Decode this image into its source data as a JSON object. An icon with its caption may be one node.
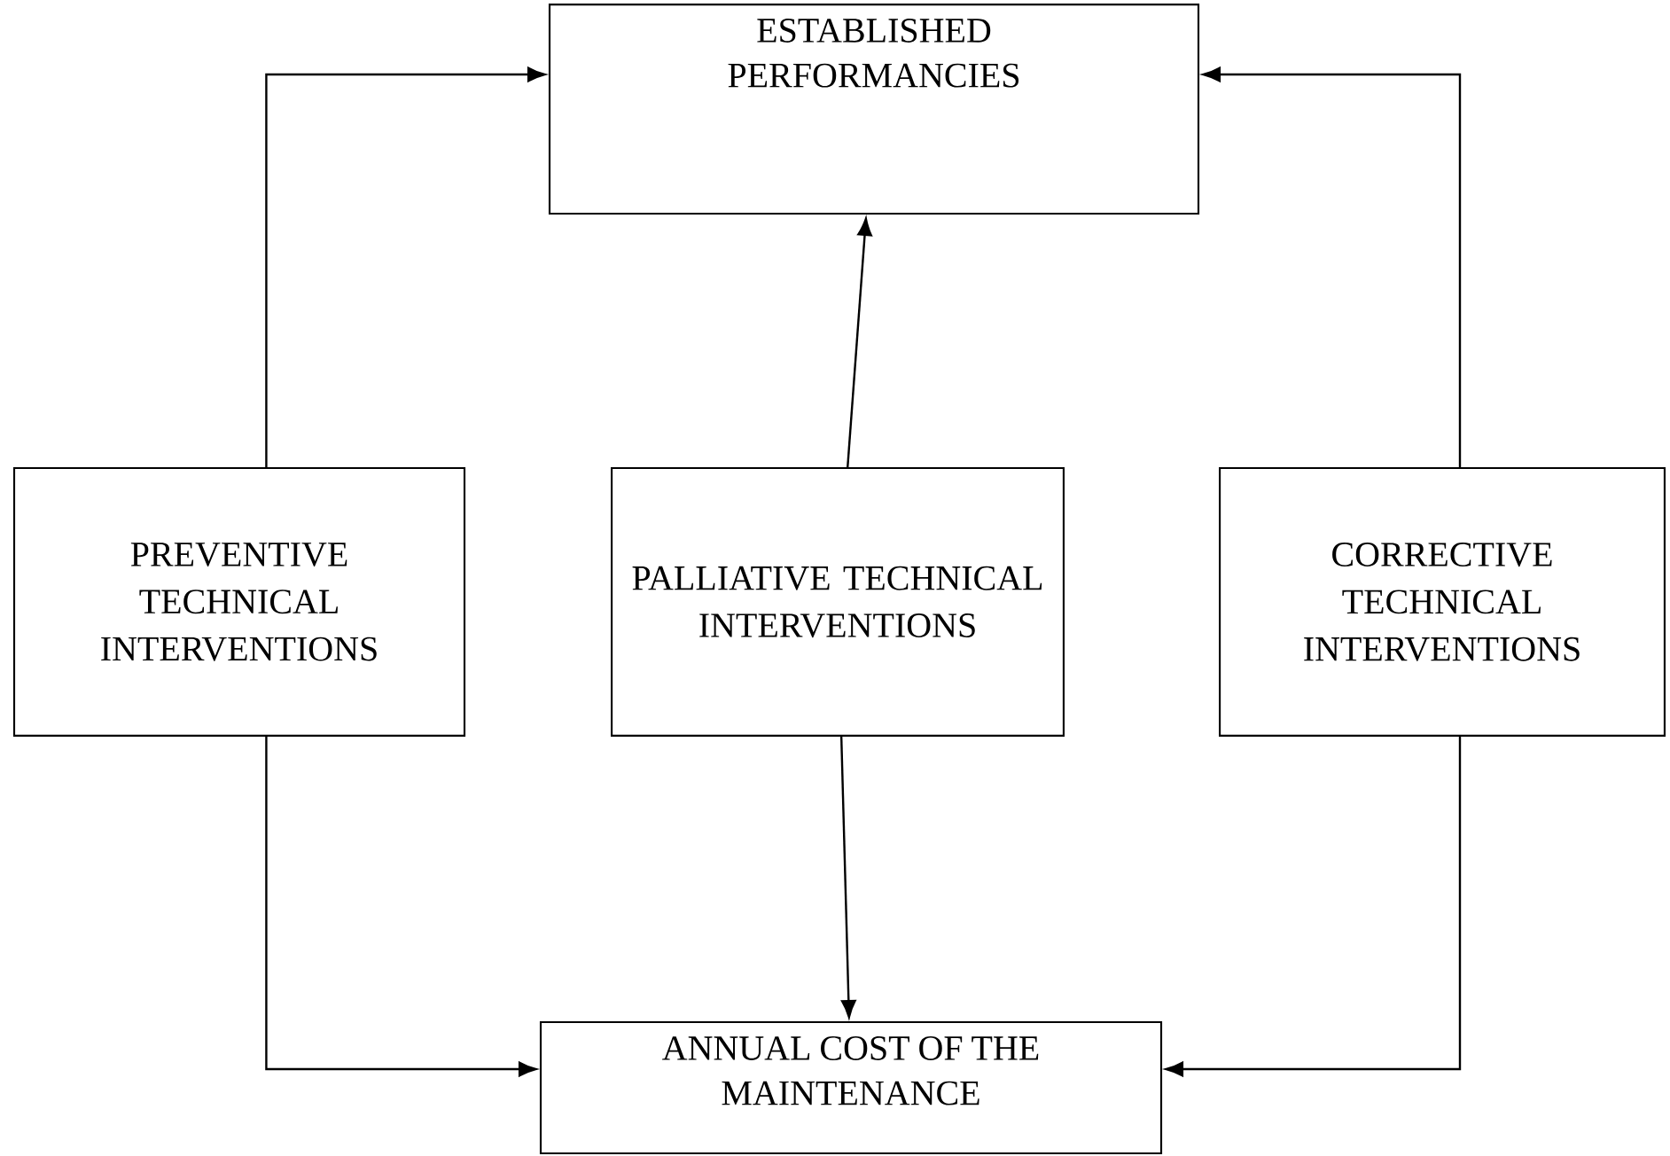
{
  "diagram": {
    "nodes": [
      {
        "text": [
          "ESTABLISHED PERFORMANCIES"
        ]
      },
      {
        "text": [
          "PREVENTIVE TECHNICAL INTERVENTIONS"
        ]
      },
      {
        "text": [
          "PALLIATIVE TECHNICAL INTERVENTIONS"
        ]
      },
      {
        "text": [
          "CORRECTIVE TECHNICAL INTERVENTIONS"
        ]
      },
      {
        "text": [
          "ANNUAL COST OF THE MAINTENANCE"
        ]
      }
    ],
    "edges": [
      {
        "from": 1,
        "to": 0,
        "arrow": "to"
      },
      {
        "from": 2,
        "to": 0,
        "arrow": "to"
      },
      {
        "from": 3,
        "to": 0,
        "arrow": "to"
      },
      {
        "from": 1,
        "to": 4,
        "arrow": "to"
      },
      {
        "from": 2,
        "to": 4,
        "arrow": "to"
      },
      {
        "from": 3,
        "to": 4,
        "arrow": "to"
      }
    ]
  }
}
